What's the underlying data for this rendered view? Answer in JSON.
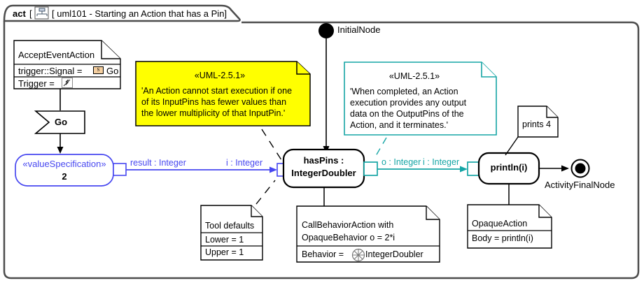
{
  "diagram": {
    "kind_label": "act",
    "title": "[ uml101 - Starting an Action that has a Pin]",
    "frame_icon": "activity-diagram-icon"
  },
  "notes": {
    "accept_event": {
      "header": "AcceptEventAction",
      "row1_label": "trigger::Signal =",
      "row1_icon": "signal-icon",
      "row1_icon_letter": "S",
      "row1_value": "Go",
      "row2_label": "Trigger =",
      "row2_icon": "trigger-lightning-icon"
    },
    "uml_yellow": {
      "stereotype": "«UML-2.5.1»",
      "body": "'An Action cannot start execution if one of its InputPins has fewer values than the lower multiplicity of that InputPin.'",
      "line1": "'An Action cannot start execution if one",
      "line2": "of its InputPins has fewer values than",
      "line3": "the lower multiplicity of that InputPin.'",
      "fill": "#ffff00",
      "stroke": "#000000"
    },
    "uml_cyan": {
      "stereotype": "«UML-2.5.1»",
      "body": "'When completed, an Action execution provides any output data on the OutputPins of the Action, and it terminates.'",
      "line1": "'When completed, an Action",
      "line2": "execution provides any output",
      "line3": "data on the OutputPins of the",
      "line4": "Action, and it terminates.'",
      "fill": "#ffffff",
      "stroke": "#15a5a5"
    },
    "prints": {
      "text": "prints 4"
    },
    "tool_defaults": {
      "header": "Tool defaults",
      "row1": "Lower = 1",
      "row2": "Upper = 1"
    },
    "call_behavior": {
      "line1": "CallBehaviorAction with",
      "line2": "OpaqueBehavior o = 2*i",
      "row_label": "Behavior =",
      "row_icon": "activity-behavior-icon",
      "row_value": "IntegerDoubler"
    },
    "opaque_action": {
      "header": "OpaqueAction",
      "row1": "Body = println(i)"
    }
  },
  "nodes": {
    "initial": {
      "label": "InitialNode",
      "shape": "filled-circle"
    },
    "signal_receive": {
      "label": "Go",
      "shape": "accept-event-pentagon"
    },
    "value_spec": {
      "stereotype": "«valueSpecification»",
      "value": "2",
      "color": "#4747f0"
    },
    "has_pins": {
      "line1": "hasPins :",
      "line2": "IntegerDoubler"
    },
    "println": {
      "label": "println(i)"
    },
    "final": {
      "label": "ActivityFinalNode",
      "shape": "bullseye"
    }
  },
  "edges": {
    "value_to_haspins": {
      "source_pin_label": "result : Integer",
      "target_pin_label": "i : Integer",
      "color": "#4747f0"
    },
    "haspins_to_println": {
      "source_pin_label": "o : Integer",
      "target_pin_label": "i : Integer",
      "color": "#15a5a5"
    }
  },
  "colors": {
    "frame_stroke": "#4d4d4d",
    "black": "#000000",
    "blue": "#4747f0",
    "teal": "#15a5a5",
    "yellow": "#ffff00",
    "signal_icon_fill": "#f5cfa0"
  }
}
